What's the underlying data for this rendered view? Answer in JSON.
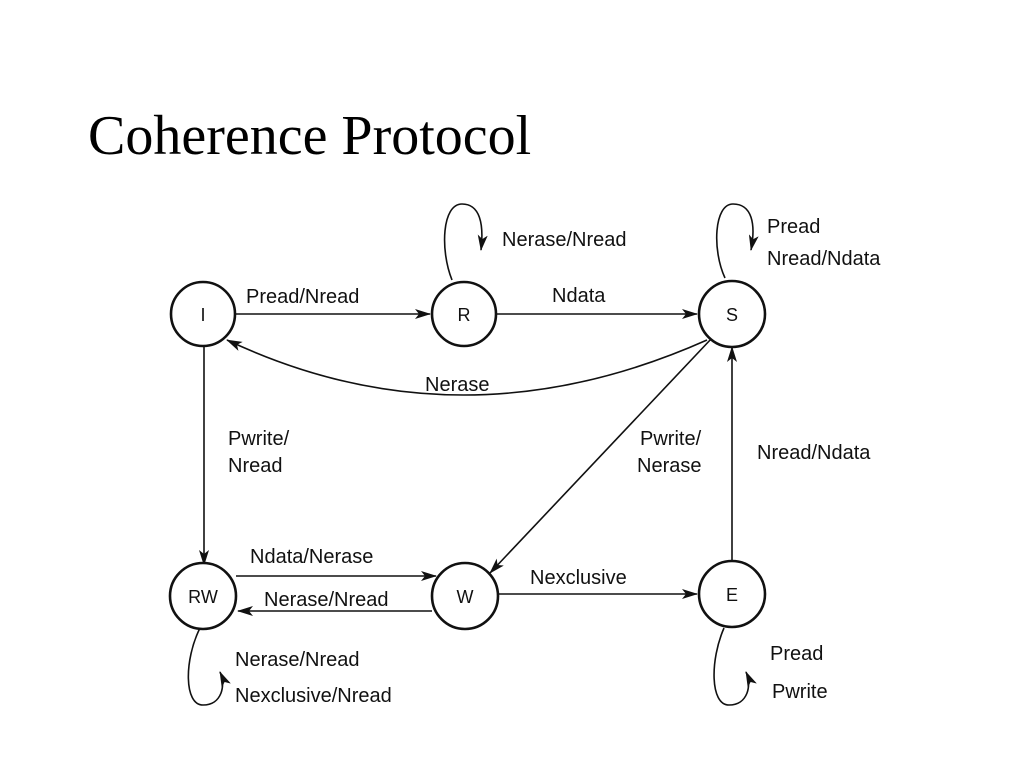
{
  "slide": {
    "title": "Coherence Protocol"
  },
  "diagram": {
    "states": {
      "I": "I",
      "R": "R",
      "S": "S",
      "RW": "RW",
      "W": "W",
      "E": "E"
    },
    "transitions": {
      "i_to_r": "Pread/Nread",
      "r_to_s": "Ndata",
      "s_to_i": "Nerase",
      "i_to_rw": [
        "Pwrite/",
        "Nread"
      ],
      "s_to_w": [
        "Pwrite/",
        "Nerase"
      ],
      "e_to_s": "Nread/Ndata",
      "rw_to_w": "Ndata/Nerase",
      "w_to_rw": "Nerase/Nread",
      "w_to_e": "Nexclusive",
      "r_self": "Nerase/Nread",
      "s_self": [
        "Pread",
        "Nread/Ndata"
      ],
      "rw_self": [
        "Nerase/Nread",
        "Nexclusive/Nread"
      ],
      "e_self": [
        "Pread",
        "Pwrite"
      ]
    }
  }
}
